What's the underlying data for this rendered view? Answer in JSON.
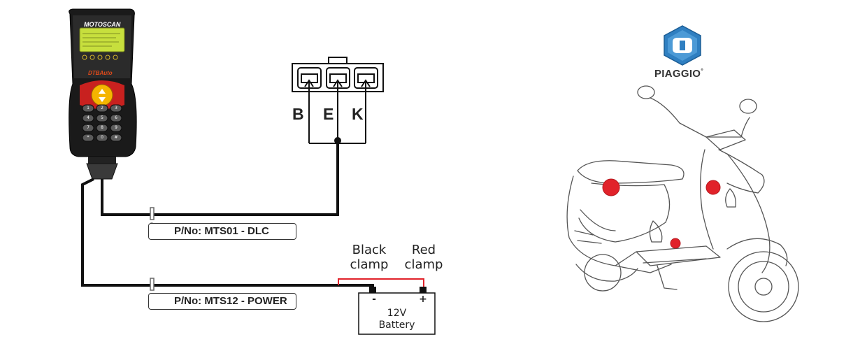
{
  "device": {
    "brand": "MOTOSCAN",
    "maker": "DTBAuto",
    "keys": [
      "1",
      "2",
      "3",
      "4",
      "5",
      "6",
      "7",
      "8",
      "9",
      "*",
      "0",
      "#"
    ]
  },
  "connector": {
    "pins": [
      "B",
      "E",
      "K"
    ]
  },
  "cables": {
    "dlc_label": "P/No: MTS01 - DLC",
    "power_label": "P/No: MTS12 - POWER"
  },
  "clamps": {
    "black_line1": "Black",
    "black_line2": "clamp",
    "red_line1": "Red",
    "red_line2": "clamp"
  },
  "battery": {
    "minus": "-",
    "plus": "+",
    "line1": "12V",
    "line2": "Battery"
  },
  "brand": {
    "name": "PIAGGIO",
    "mark": "°",
    "logo_icon": "piaggio-shield-logo"
  },
  "colors": {
    "wire": "#111111",
    "red_wire": "#e1222a",
    "marker": "#e1222a",
    "logo_blue": "#2f7fc1"
  }
}
